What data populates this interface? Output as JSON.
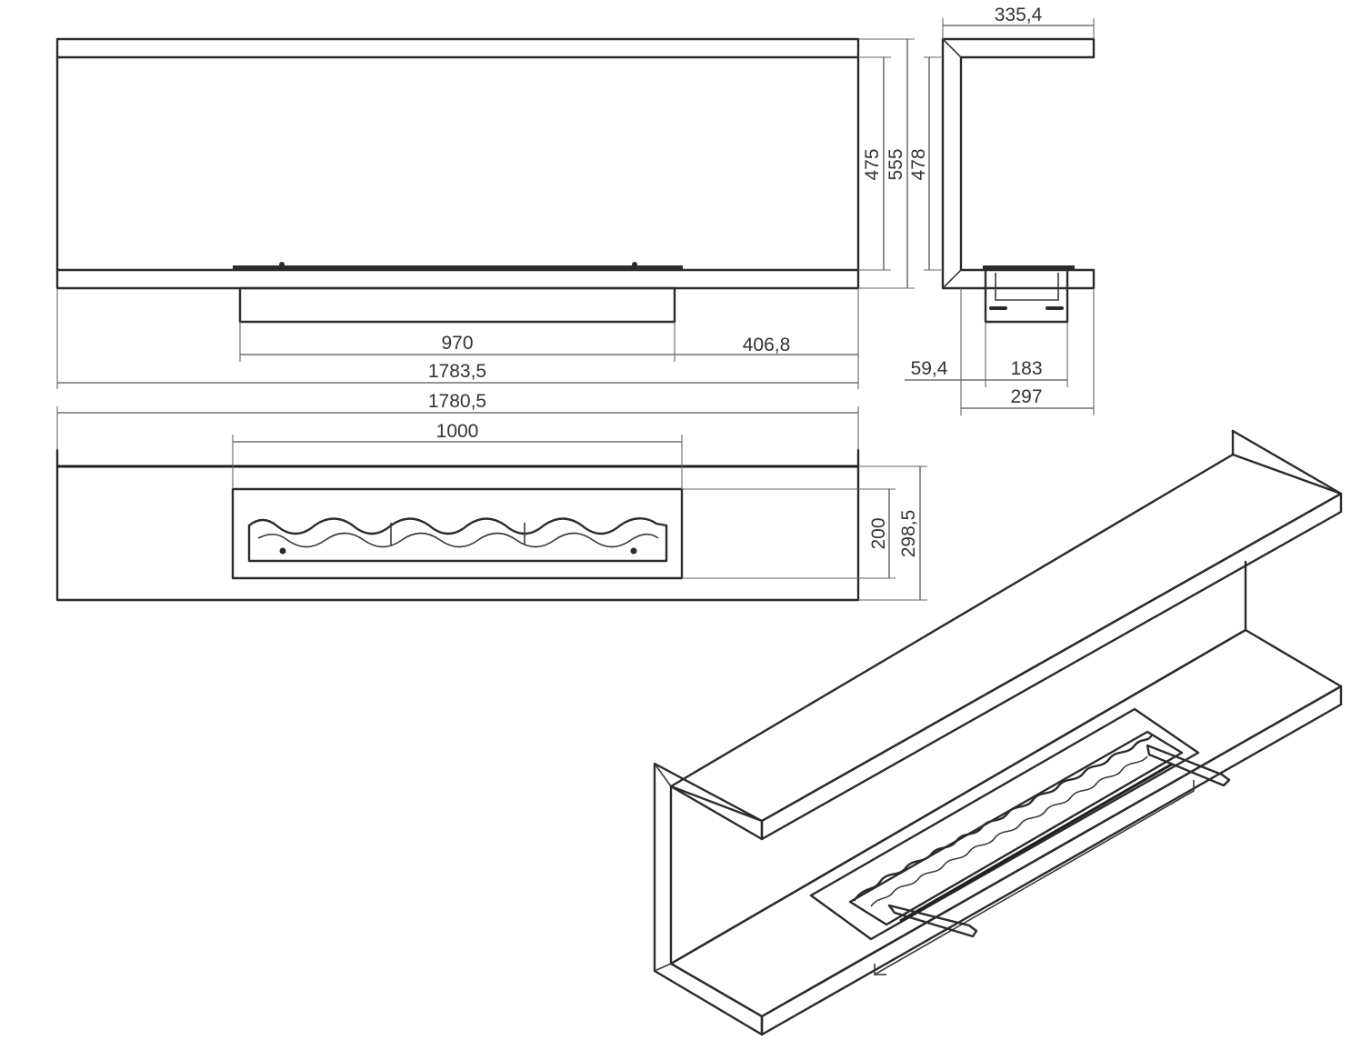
{
  "dimensions": {
    "front_view": {
      "height_inner": "475",
      "height_total": "555",
      "burner_width": "970",
      "side_offset": "406,8",
      "total_width": "1783,5"
    },
    "side_view": {
      "depth_top": "335,4",
      "height_side": "478",
      "offset": "59,4",
      "burner_depth": "183",
      "depth_bottom": "297"
    },
    "top_view": {
      "total_width": "1780,5",
      "burner_length": "1000",
      "burner_depth": "200",
      "total_depth": "298,5"
    }
  },
  "colors": {
    "line": "#2b2b2b",
    "dimension": "#555555",
    "background": "#ffffff"
  }
}
